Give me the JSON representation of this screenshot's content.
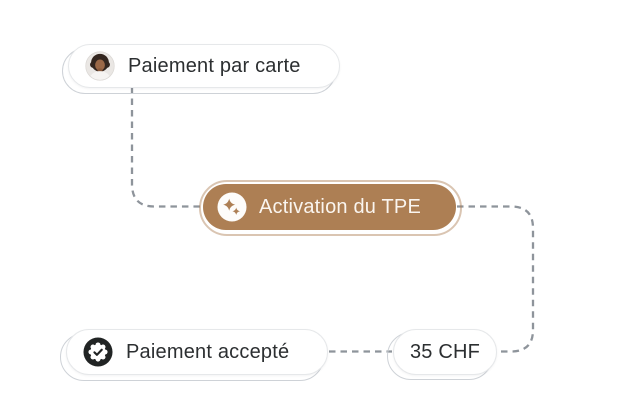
{
  "diagram": {
    "nodes": {
      "card_payment": {
        "label": "Paiement par carte",
        "icon": "avatar-photo-icon"
      },
      "tpe_activation": {
        "label": "Activation du TPE",
        "icon": "sparkles-icon"
      },
      "payment_accepted": {
        "label": "Paiement accepté",
        "icon": "check-badge-icon"
      },
      "amount": {
        "label": "35 CHF"
      }
    },
    "connections": [
      {
        "from": "card_payment",
        "to": "tpe_activation"
      },
      {
        "from": "tpe_activation",
        "to": "amount"
      },
      {
        "from": "payment_accepted",
        "to": "amount"
      }
    ],
    "colors": {
      "accent_brown": "#ad7f54",
      "pill_background": "#ffffff",
      "dash_gray": "#8e949b",
      "text_dark": "#2c2f31",
      "text_on_accent": "#faf5ef",
      "badge_black": "#212424"
    }
  }
}
